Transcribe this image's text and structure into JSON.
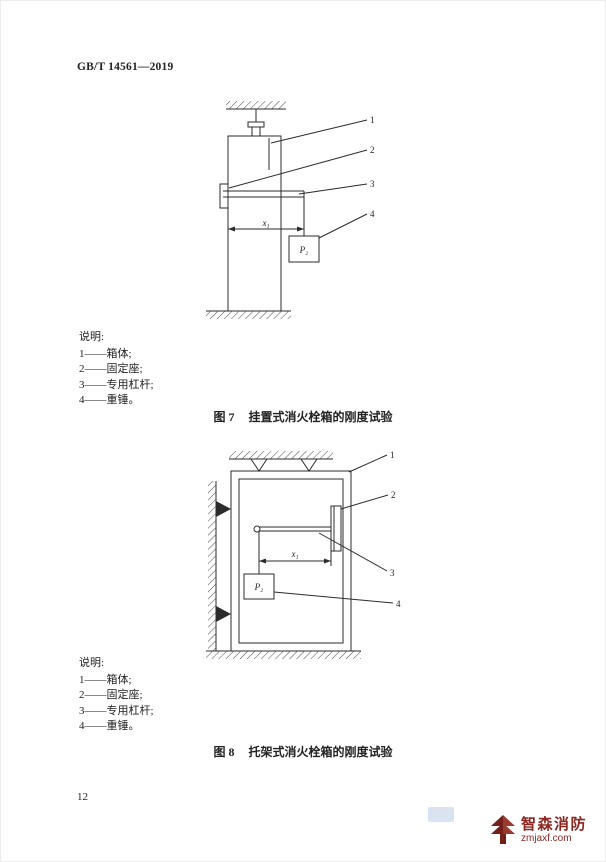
{
  "page": {
    "doc_number": "GB/T 14561—2019",
    "page_number": "12"
  },
  "figure7": {
    "fig_label": "图 7",
    "title": "挂置式消火栓箱的刚度试验",
    "callouts": [
      "1",
      "2",
      "3",
      "4"
    ],
    "dim_label": "x₁",
    "weight_label": "P₂"
  },
  "legend7": {
    "title": "说明:",
    "items": [
      "1——箱体;",
      "2——固定座;",
      "3——专用杠杆;",
      "4——重锤。"
    ]
  },
  "figure8": {
    "fig_label": "图 8",
    "title": "托架式消火栓箱的刚度试验",
    "callouts": [
      "1",
      "2",
      "3",
      "4"
    ],
    "dim_label": "x₁",
    "weight_label": "P₂"
  },
  "legend8": {
    "title": "说明:",
    "items": [
      "1——箱体;",
      "2——固定座;",
      "3——专用杠杆;",
      "4——重锤。"
    ]
  },
  "watermark": {
    "brand": "智森消防",
    "domain": "zmjaxf.com",
    "color": "#8b2620"
  }
}
